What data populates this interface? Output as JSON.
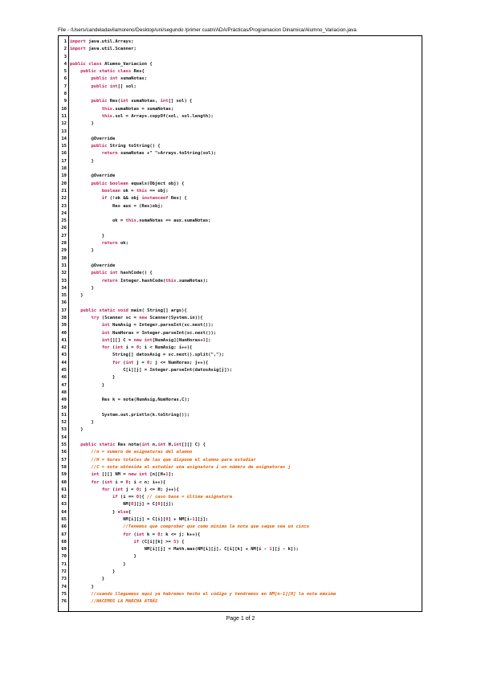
{
  "header": {
    "file_path": "File - /Users/candeladavilamoreno/Desktop/uni/segundo /primer cuatri/ADA/Prácticas/Programacion Dinamica/Alumno_Variacion.java"
  },
  "code_lines": [
    {
      "n": "1",
      "t": "import java.util.Arrays;"
    },
    {
      "n": "2",
      "t": "import java.util.Scanner;"
    },
    {
      "n": "3",
      "t": ""
    },
    {
      "n": "4",
      "t": "public class Alumno_Variacion {"
    },
    {
      "n": "5",
      "t": "    public static class Res{"
    },
    {
      "n": "6",
      "t": "        public int sumaNotas;"
    },
    {
      "n": "7",
      "t": "        public int[] sol;"
    },
    {
      "n": "8",
      "t": ""
    },
    {
      "n": "9",
      "t": "        public Res(int sumaNotas, int[] sol) {"
    },
    {
      "n": "10",
      "t": "            this.sumaNotas = sumaNotas;"
    },
    {
      "n": "11",
      "t": "            this.sol = Arrays.copyOf(sol, sol.length);"
    },
    {
      "n": "12",
      "t": "        }"
    },
    {
      "n": "13",
      "t": ""
    },
    {
      "n": "14",
      "t": "        @Override"
    },
    {
      "n": "15",
      "t": "        public String toString() {"
    },
    {
      "n": "16",
      "t": "            return sumaNotas +\" \"+Arrays.toString(sol);"
    },
    {
      "n": "17",
      "t": "        }"
    },
    {
      "n": "18",
      "t": ""
    },
    {
      "n": "19",
      "t": "        @Override"
    },
    {
      "n": "20",
      "t": "        public boolean equals(Object obj) {"
    },
    {
      "n": "21",
      "t": "            boolean ok = this == obj;"
    },
    {
      "n": "22",
      "t": "            if (!ok && obj instanceof Res) {"
    },
    {
      "n": "23",
      "t": "                Res aux = (Res)obj;"
    },
    {
      "n": "24",
      "t": ""
    },
    {
      "n": "25",
      "t": "                ok = this.sumaNotas == aux.sumaNotas;"
    },
    {
      "n": "26",
      "t": ""
    },
    {
      "n": "27",
      "t": "            }"
    },
    {
      "n": "28",
      "t": "            return ok;"
    },
    {
      "n": "29",
      "t": "        }"
    },
    {
      "n": "30",
      "t": ""
    },
    {
      "n": "31",
      "t": "        @Override"
    },
    {
      "n": "32",
      "t": "        public int hashCode() {"
    },
    {
      "n": "33",
      "t": "            return Integer.hashCode(this.sumaNotas);"
    },
    {
      "n": "34",
      "t": "        }"
    },
    {
      "n": "35",
      "t": "    }"
    },
    {
      "n": "36",
      "t": ""
    },
    {
      "n": "37",
      "t": "    public static void main( String[] args){"
    },
    {
      "n": "38",
      "t": "        try (Scanner sc = new Scanner(System.in)){"
    },
    {
      "n": "39",
      "t": "            int NumAsig = Integer.parseInt(sc.next());"
    },
    {
      "n": "40",
      "t": "            int NumHoras = Integer.parseInt(sc.next());"
    },
    {
      "n": "41",
      "t": "            int[][] C = new int[NumAsig][NumHoras+1];"
    },
    {
      "n": "42",
      "t": "            for (int i = 0; i < NumAsig; i++){"
    },
    {
      "n": "43",
      "t": "                String[] datosAsig = sc.next().split(\",\");"
    },
    {
      "n": "44",
      "t": "                for (int j = 0; j <= NumHoras; j++){"
    },
    {
      "n": "45",
      "t": "                    C[i][j] = Integer.parseInt(datosAsig[j]);"
    },
    {
      "n": "46",
      "t": "                }"
    },
    {
      "n": "47",
      "t": "            }"
    },
    {
      "n": "48",
      "t": ""
    },
    {
      "n": "49",
      "t": "            Res k = nota(NumAsig,NumHoras,C);"
    },
    {
      "n": "50",
      "t": ""
    },
    {
      "n": "51",
      "t": "            System.out.println(k.toString());"
    },
    {
      "n": "52",
      "t": "        }"
    },
    {
      "n": "53",
      "t": "    }"
    },
    {
      "n": "54",
      "t": ""
    },
    {
      "n": "55",
      "t": "    public static Res nota(int n,int H,int[][] C) {"
    },
    {
      "n": "56",
      "t": "        //n = numero de asignaturas del alumno"
    },
    {
      "n": "57",
      "t": "        //H = horas totales de las que dispone el alumno para estudiar"
    },
    {
      "n": "58",
      "t": "        //C = nota obtenida al estudiar una asignatura i un número de asignaturas j"
    },
    {
      "n": "59",
      "t": "        int [][] NM = new int [n][H+1];"
    },
    {
      "n": "60",
      "t": "        for (int i = 0; i < n; i++){"
    },
    {
      "n": "61",
      "t": "            for (int j = 0; j <= H; j++){"
    },
    {
      "n": "62",
      "t": "                if (i == 0){ // caso base = última asignatura"
    },
    {
      "n": "63",
      "t": "                    NM[0][j] = C[0][j];"
    },
    {
      "n": "64",
      "t": "                } else{"
    },
    {
      "n": "65",
      "t": "                    NM[i][j] = C[i][0] + NM[i-1][j];"
    },
    {
      "n": "66",
      "t": "                    //Tenemos que comprobar que como mínimo la nota que saque sea un cinco"
    },
    {
      "n": "67",
      "t": "                    for (int k = 0; k <= j; k++){"
    },
    {
      "n": "68",
      "t": "                        if (C[i][k] >= 5) {"
    },
    {
      "n": "69",
      "t": "                            NM[i][j] = Math.max(NM[i][j], C[i][k] + NM[i - 1][j - k]);"
    },
    {
      "n": "70",
      "t": "                        }"
    },
    {
      "n": "71",
      "t": "                    }"
    },
    {
      "n": "72",
      "t": "                }"
    },
    {
      "n": "73",
      "t": "            }"
    },
    {
      "n": "74",
      "t": "        }"
    },
    {
      "n": "75",
      "t": "        //cuando lleguemos aquí ya habremos hecho el código y tendremos en NM[n-1][H] la nota máxima"
    },
    {
      "n": "76",
      "t": "        //HACEMOS LA MARCHA ATRÁS"
    }
  ],
  "footer": {
    "page_label": "Page 1 of 2"
  },
  "colors": {
    "keyword": "#c2185b",
    "comment": "#e25a00",
    "text": "#111111"
  }
}
